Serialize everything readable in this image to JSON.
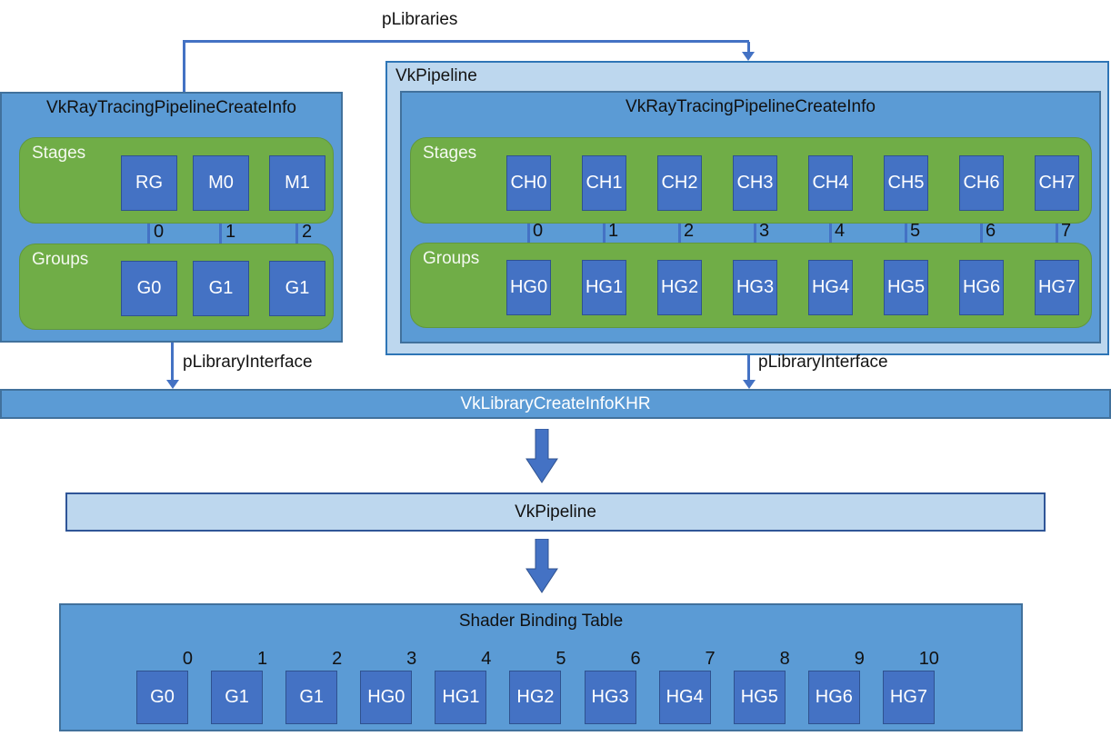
{
  "palette": {
    "medium_blue": "#5b9bd5",
    "light_blue": "#bdd7ee",
    "green": "#70ad47",
    "node_blue": "#4472c4",
    "node_border": "#2f528f",
    "box_border": "#41719c"
  },
  "plibraries": {
    "label": "pLibraries"
  },
  "left_pipeline": {
    "title": "VkRayTracingPipelineCreateInfo",
    "stages_label": "Stages",
    "groups_label": "Groups",
    "stages": [
      "RG",
      "M0",
      "M1"
    ],
    "indices": [
      "0",
      "1",
      "2"
    ],
    "groups": [
      "G0",
      "G1",
      "G1"
    ],
    "interface_label": "pLibraryInterface"
  },
  "pipeline_box": {
    "label": "VkPipeline",
    "inner_title": "VkRayTracingPipelineCreateInfo",
    "stages_label": "Stages",
    "groups_label": "Groups",
    "stages": [
      "CH0",
      "CH1",
      "CH2",
      "CH3",
      "CH4",
      "CH5",
      "CH6",
      "CH7"
    ],
    "indices": [
      "0",
      "1",
      "2",
      "3",
      "4",
      "5",
      "6",
      "7"
    ],
    "groups": [
      "HG0",
      "HG1",
      "HG2",
      "HG3",
      "HG4",
      "HG5",
      "HG6",
      "HG7"
    ],
    "interface_label": "pLibraryInterface"
  },
  "library_bar": {
    "label": "VkLibraryCreateInfoKHR"
  },
  "pipeline_bar": {
    "label": "VkPipeline"
  },
  "sbt": {
    "title": "Shader Binding Table",
    "indices": [
      "0",
      "1",
      "2",
      "3",
      "4",
      "5",
      "6",
      "7",
      "8",
      "9",
      "10"
    ],
    "entries": [
      "G0",
      "G1",
      "G1",
      "HG0",
      "HG1",
      "HG2",
      "HG3",
      "HG4",
      "HG5",
      "HG6",
      "HG7"
    ]
  }
}
